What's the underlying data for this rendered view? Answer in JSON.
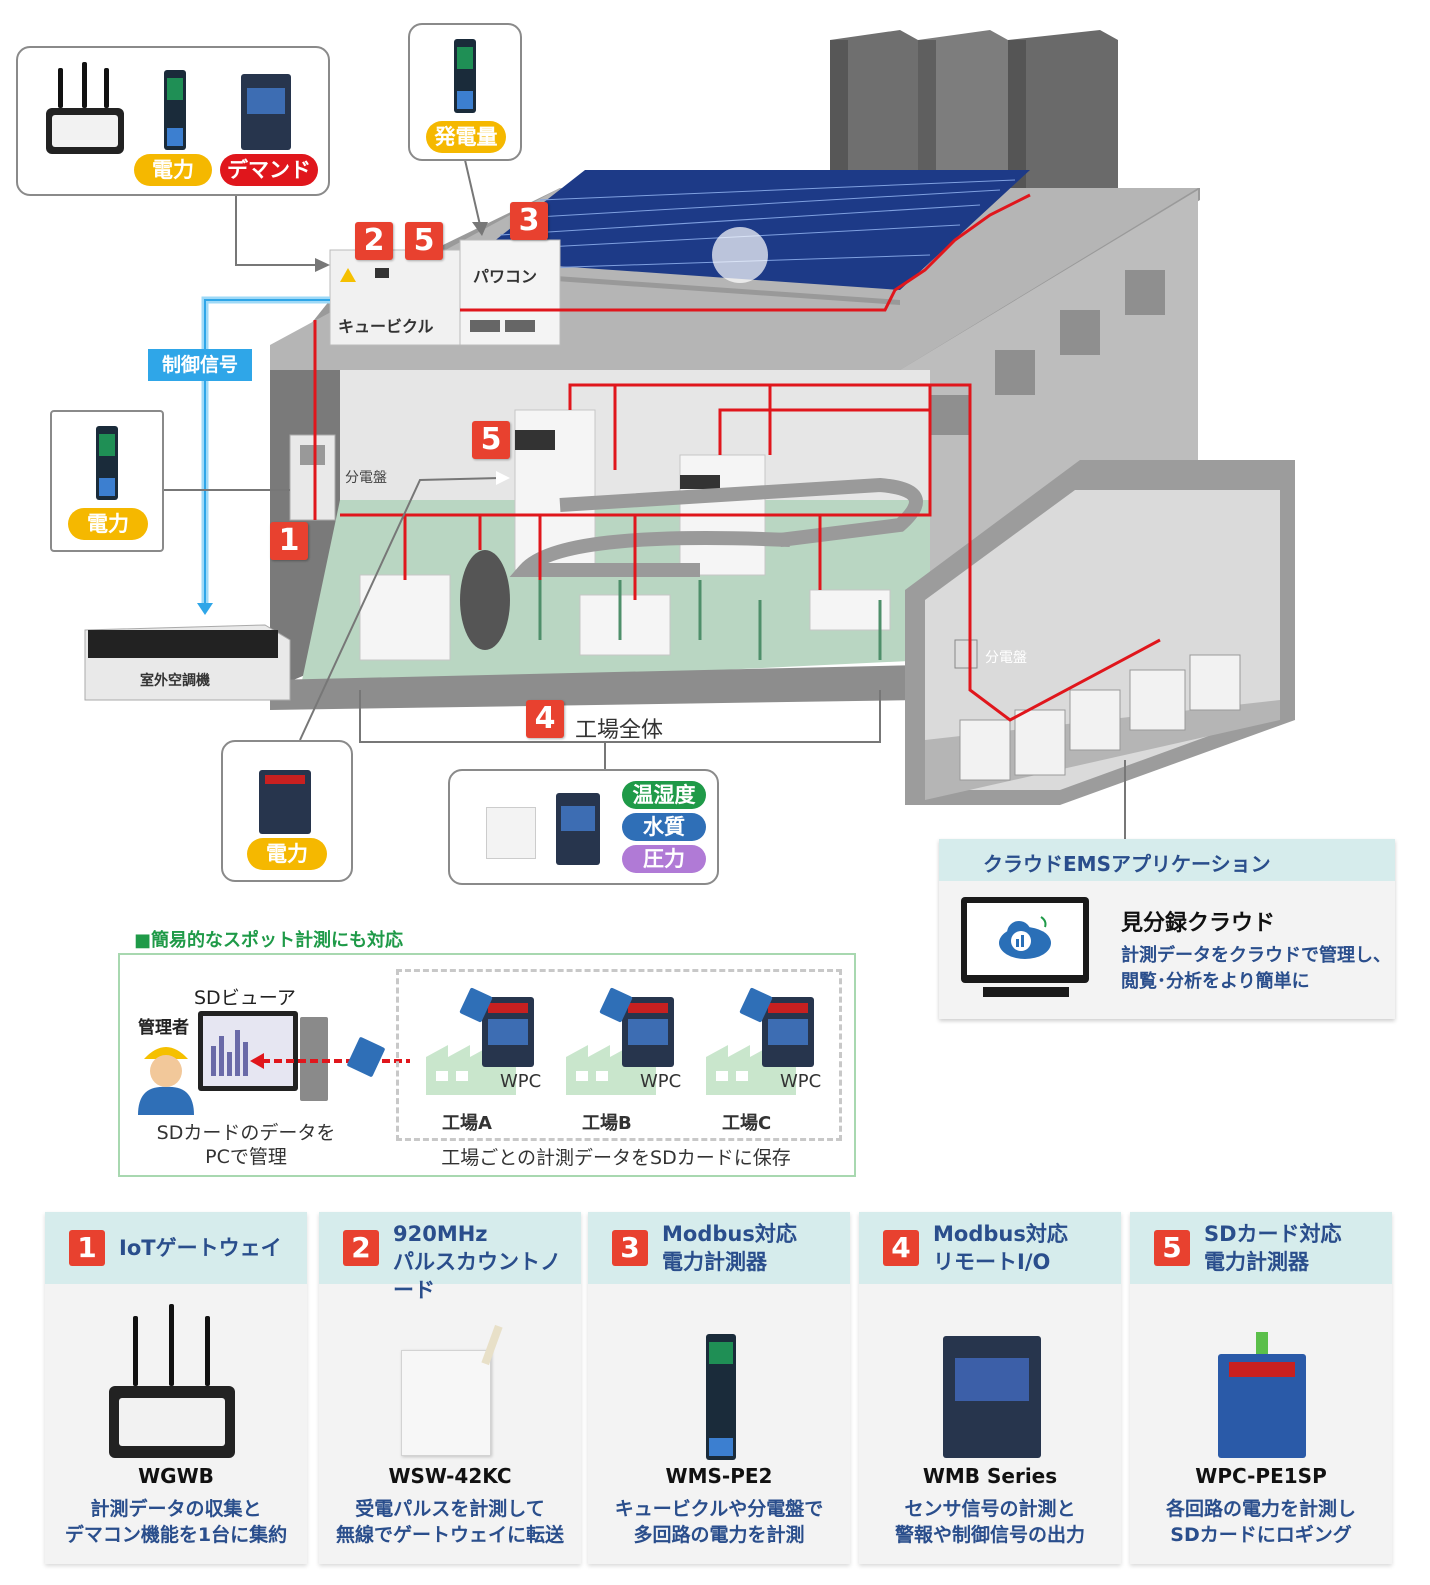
{
  "callouts": {
    "top_left": {
      "power": "電力",
      "demand": "デマンド"
    },
    "top_mid": {
      "generation": "発電量"
    },
    "left": {
      "power": "電力"
    },
    "bottom_left": {
      "power": "電力"
    },
    "bottom_mid": {
      "temp_humidity": "温湿度",
      "water": "水質",
      "pressure": "圧力"
    }
  },
  "diagram": {
    "cubicle_label": "キュービクル",
    "powercon_label": "パワコン",
    "control_signal": "制御信号",
    "panel_label": "分電盤",
    "panel_label_office": "分電盤",
    "outdoor_ac": "室外空調機",
    "whole_factory": "工場全体",
    "badges": {
      "cubicle_a": "2",
      "cubicle_b": "5",
      "powercon": "3",
      "machine": "5",
      "panel": "1",
      "factory": "4"
    }
  },
  "cloud": {
    "header": "クラウドEMSアプリケーション",
    "name": "見分録クラウド",
    "desc_line1": "計測データをクラウドで管理し、",
    "desc_line2": "閲覧･分析をより簡単に"
  },
  "spot": {
    "title": "■簡易的なスポット計測にも対応",
    "sd_viewer": "SDビューア",
    "manager": "管理者",
    "pc_caption_line1": "SDカードのデータを",
    "pc_caption_line2": "PCで管理",
    "factories": [
      {
        "device": "WPC",
        "name": "工場A"
      },
      {
        "device": "WPC",
        "name": "工場B"
      },
      {
        "device": "WPC",
        "name": "工場C"
      }
    ],
    "factories_caption": "工場ごとの計測データをSDカードに保存"
  },
  "products": [
    {
      "num": "1",
      "title_line1": "IoTゲートウェイ",
      "title_line2": "",
      "model": "WGWB",
      "desc_line1": "計測データの収集と",
      "desc_line2": "デマコン機能を1台に集約"
    },
    {
      "num": "2",
      "title_line1": "920MHz",
      "title_line2": "パルスカウントノード",
      "model": "WSW-42KC",
      "desc_line1": "受電パルスを計測して",
      "desc_line2": "無線でゲートウェイに転送"
    },
    {
      "num": "3",
      "title_line1": "Modbus対応",
      "title_line2": "電力計測器",
      "model": "WMS-PE2",
      "desc_line1": "キュービクルや分電盤で",
      "desc_line2": "多回路の電力を計測"
    },
    {
      "num": "4",
      "title_line1": "Modbus対応",
      "title_line2": "リモートI/O",
      "model": "WMB Series",
      "desc_line1": "センサ信号の計測と",
      "desc_line2": "警報や制御信号の出力"
    },
    {
      "num": "5",
      "title_line1": "SDカード対応",
      "title_line2": "電力計測器",
      "model": "WPC-PE1SP",
      "desc_line1": "各回路の電力を計測し",
      "desc_line2": "SDカードにロギング"
    }
  ]
}
